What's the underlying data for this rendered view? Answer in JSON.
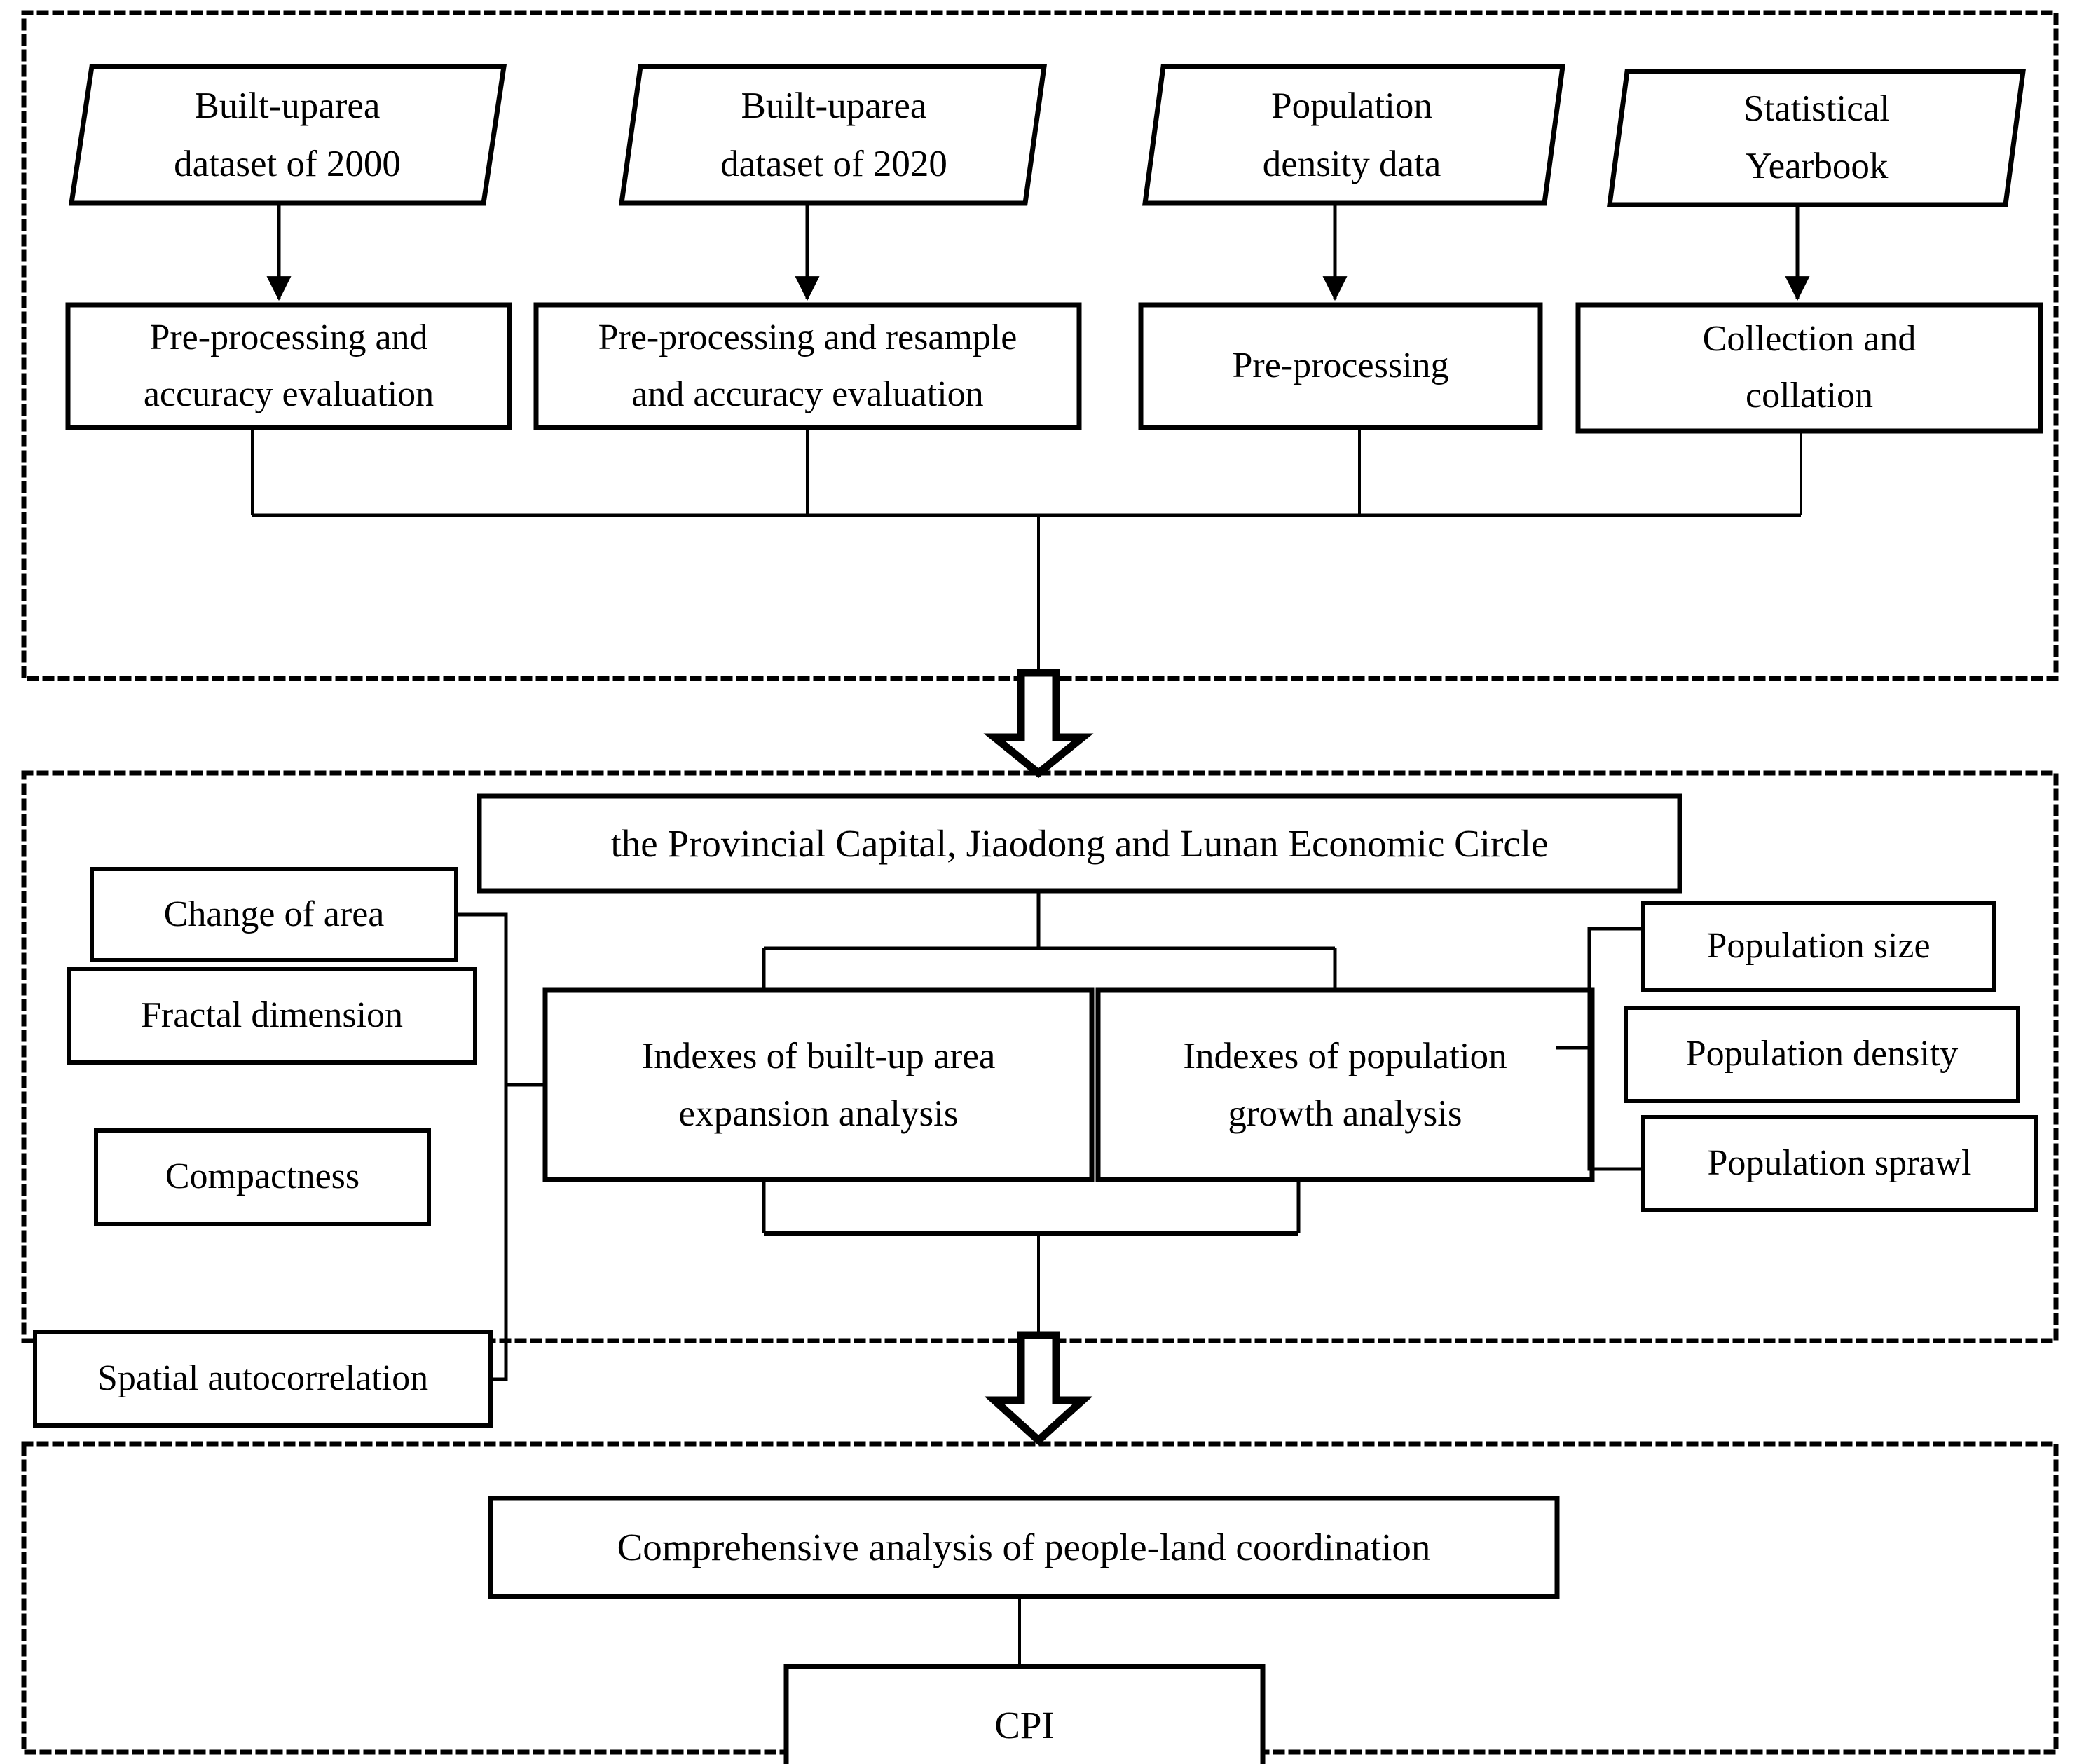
{
  "diagram": {
    "title": "Research framework flowchart of built-up area expansion and population growth analysis",
    "colors": {
      "stroke": "#000000",
      "fill": "#ffffff",
      "dashed_container": "#000000"
    },
    "sections": [
      {
        "id": "data-section",
        "name": "data-acquisition-section"
      },
      {
        "id": "analysis-section",
        "name": "index-analysis-section"
      },
      {
        "id": "result-section",
        "name": "comprehensive-result-section"
      }
    ],
    "nodes": {
      "source_builtup_2000": {
        "label": "Built-up   area\ndataset of 2000",
        "line1_left": "Built-up",
        "line1_right": "area",
        "line2": "dataset of 2000",
        "shape": "parallelogram"
      },
      "source_builtup_2020": {
        "label": "Built-up      area\ndataset of 2020",
        "line1_left": "Built-up",
        "line1_right": "area",
        "line2": "dataset of 2020",
        "shape": "parallelogram"
      },
      "source_population_density": {
        "label": "Population\ndensity data",
        "line1": "Population",
        "line2": "density data",
        "shape": "parallelogram"
      },
      "source_statistical_yearbook": {
        "label": "Statistical\nYearbook",
        "line1": "Statistical",
        "line2": "Yearbook",
        "shape": "parallelogram"
      },
      "proc_preprocess_accuracy": {
        "label": "Pre-processing and\naccuracy evaluation",
        "shape": "rect"
      },
      "proc_preprocess_resample_accuracy": {
        "label": "Pre-processing and resample\nand accuracy evaluation",
        "shape": "rect"
      },
      "proc_preprocessing": {
        "label": "Pre-processing",
        "shape": "rect"
      },
      "proc_collection_collation": {
        "label": "Collection and\ncollation",
        "shape": "rect"
      },
      "study_area": {
        "label": "the Provincial Capital, Jiaodong and Lunan Economic Circle",
        "shape": "rect"
      },
      "index_builtup": {
        "label": "Indexes of built-up area\nexpansion analysis",
        "shape": "rect"
      },
      "index_population": {
        "label": "Indexes of population\ngrowth analysis",
        "shape": "rect"
      },
      "metric_change_of_area": {
        "label": "Change of area",
        "shape": "rect"
      },
      "metric_fractal_dimension": {
        "label": "Fractal dimension",
        "shape": "rect"
      },
      "metric_compactness": {
        "label": "Compactness",
        "shape": "rect"
      },
      "metric_spatial_autocorrelation": {
        "label": "Spatial autocorrelation",
        "shape": "rect"
      },
      "metric_population_size": {
        "label": "Population size",
        "shape": "rect"
      },
      "metric_population_density": {
        "label": "Population density",
        "shape": "rect"
      },
      "metric_population_sprawl": {
        "label": "Population sprawl",
        "shape": "rect"
      },
      "result_comprehensive": {
        "label": "Comprehensive analysis of people-land coordination",
        "shape": "rect"
      },
      "result_cpi": {
        "label": "CPI",
        "shape": "rect"
      }
    },
    "connectors": {
      "arrow_to_preprocess_1": "down-arrow",
      "arrow_to_preprocess_2": "down-arrow",
      "arrow_to_preprocess_3": "down-arrow",
      "arrow_to_preprocess_4": "down-arrow",
      "block_arrow_data_to_analysis": "hollow-block-down-arrow",
      "block_arrow_analysis_to_result": "hollow-block-down-arrow"
    }
  }
}
